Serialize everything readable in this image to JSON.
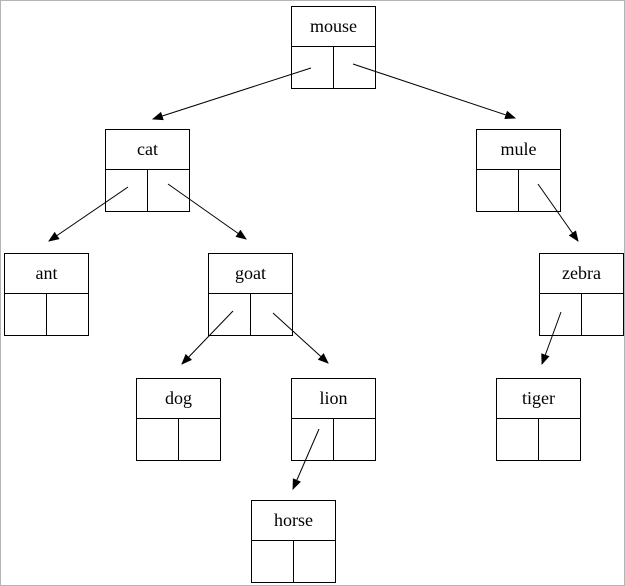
{
  "diagram": {
    "type": "binary-tree-linked-nodes",
    "line_color": "#000000",
    "box_border_color": "#000000",
    "frame_color": "#b4b4b4",
    "background_color": "#ffffff",
    "nodes": [
      {
        "id": "mouse",
        "label": "mouse"
      },
      {
        "id": "cat",
        "label": "cat"
      },
      {
        "id": "mule",
        "label": "mule"
      },
      {
        "id": "ant",
        "label": "ant"
      },
      {
        "id": "goat",
        "label": "goat"
      },
      {
        "id": "zebra",
        "label": "zebra"
      },
      {
        "id": "dog",
        "label": "dog"
      },
      {
        "id": "lion",
        "label": "lion"
      },
      {
        "id": "tiger",
        "label": "tiger"
      },
      {
        "id": "horse",
        "label": "horse"
      }
    ],
    "edges": [
      {
        "from": "mouse",
        "pointer": "left",
        "to": "cat"
      },
      {
        "from": "mouse",
        "pointer": "right",
        "to": "mule"
      },
      {
        "from": "cat",
        "pointer": "left",
        "to": "ant"
      },
      {
        "from": "cat",
        "pointer": "right",
        "to": "goat"
      },
      {
        "from": "mule",
        "pointer": "right",
        "to": "zebra"
      },
      {
        "from": "goat",
        "pointer": "left",
        "to": "dog"
      },
      {
        "from": "goat",
        "pointer": "right",
        "to": "lion"
      },
      {
        "from": "zebra",
        "pointer": "left",
        "to": "tiger"
      },
      {
        "from": "lion",
        "pointer": "left",
        "to": "horse"
      }
    ]
  }
}
